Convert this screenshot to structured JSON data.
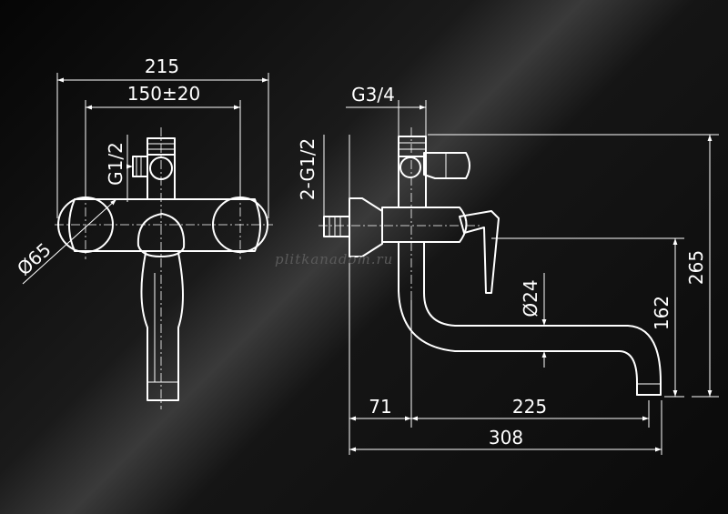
{
  "dimensions": {
    "front_overall_width": "215",
    "front_center_distance": "150±20",
    "front_inlet_thread": "G1/2",
    "front_flange_diameter": "Ø65",
    "side_outlet_thread": "G3/4",
    "side_inlet_threads": "2-G1/2",
    "side_spout_diameter": "Ø24",
    "side_spout_height": "162",
    "side_overall_height": "265",
    "side_wall_offset": "71",
    "side_spout_reach": "225",
    "side_overall_depth": "308"
  },
  "watermark": "plitkanadom.ru",
  "colors": {
    "line": "#ffffff",
    "background": "#0a0a0a",
    "watermark": "#5a5a5a"
  }
}
